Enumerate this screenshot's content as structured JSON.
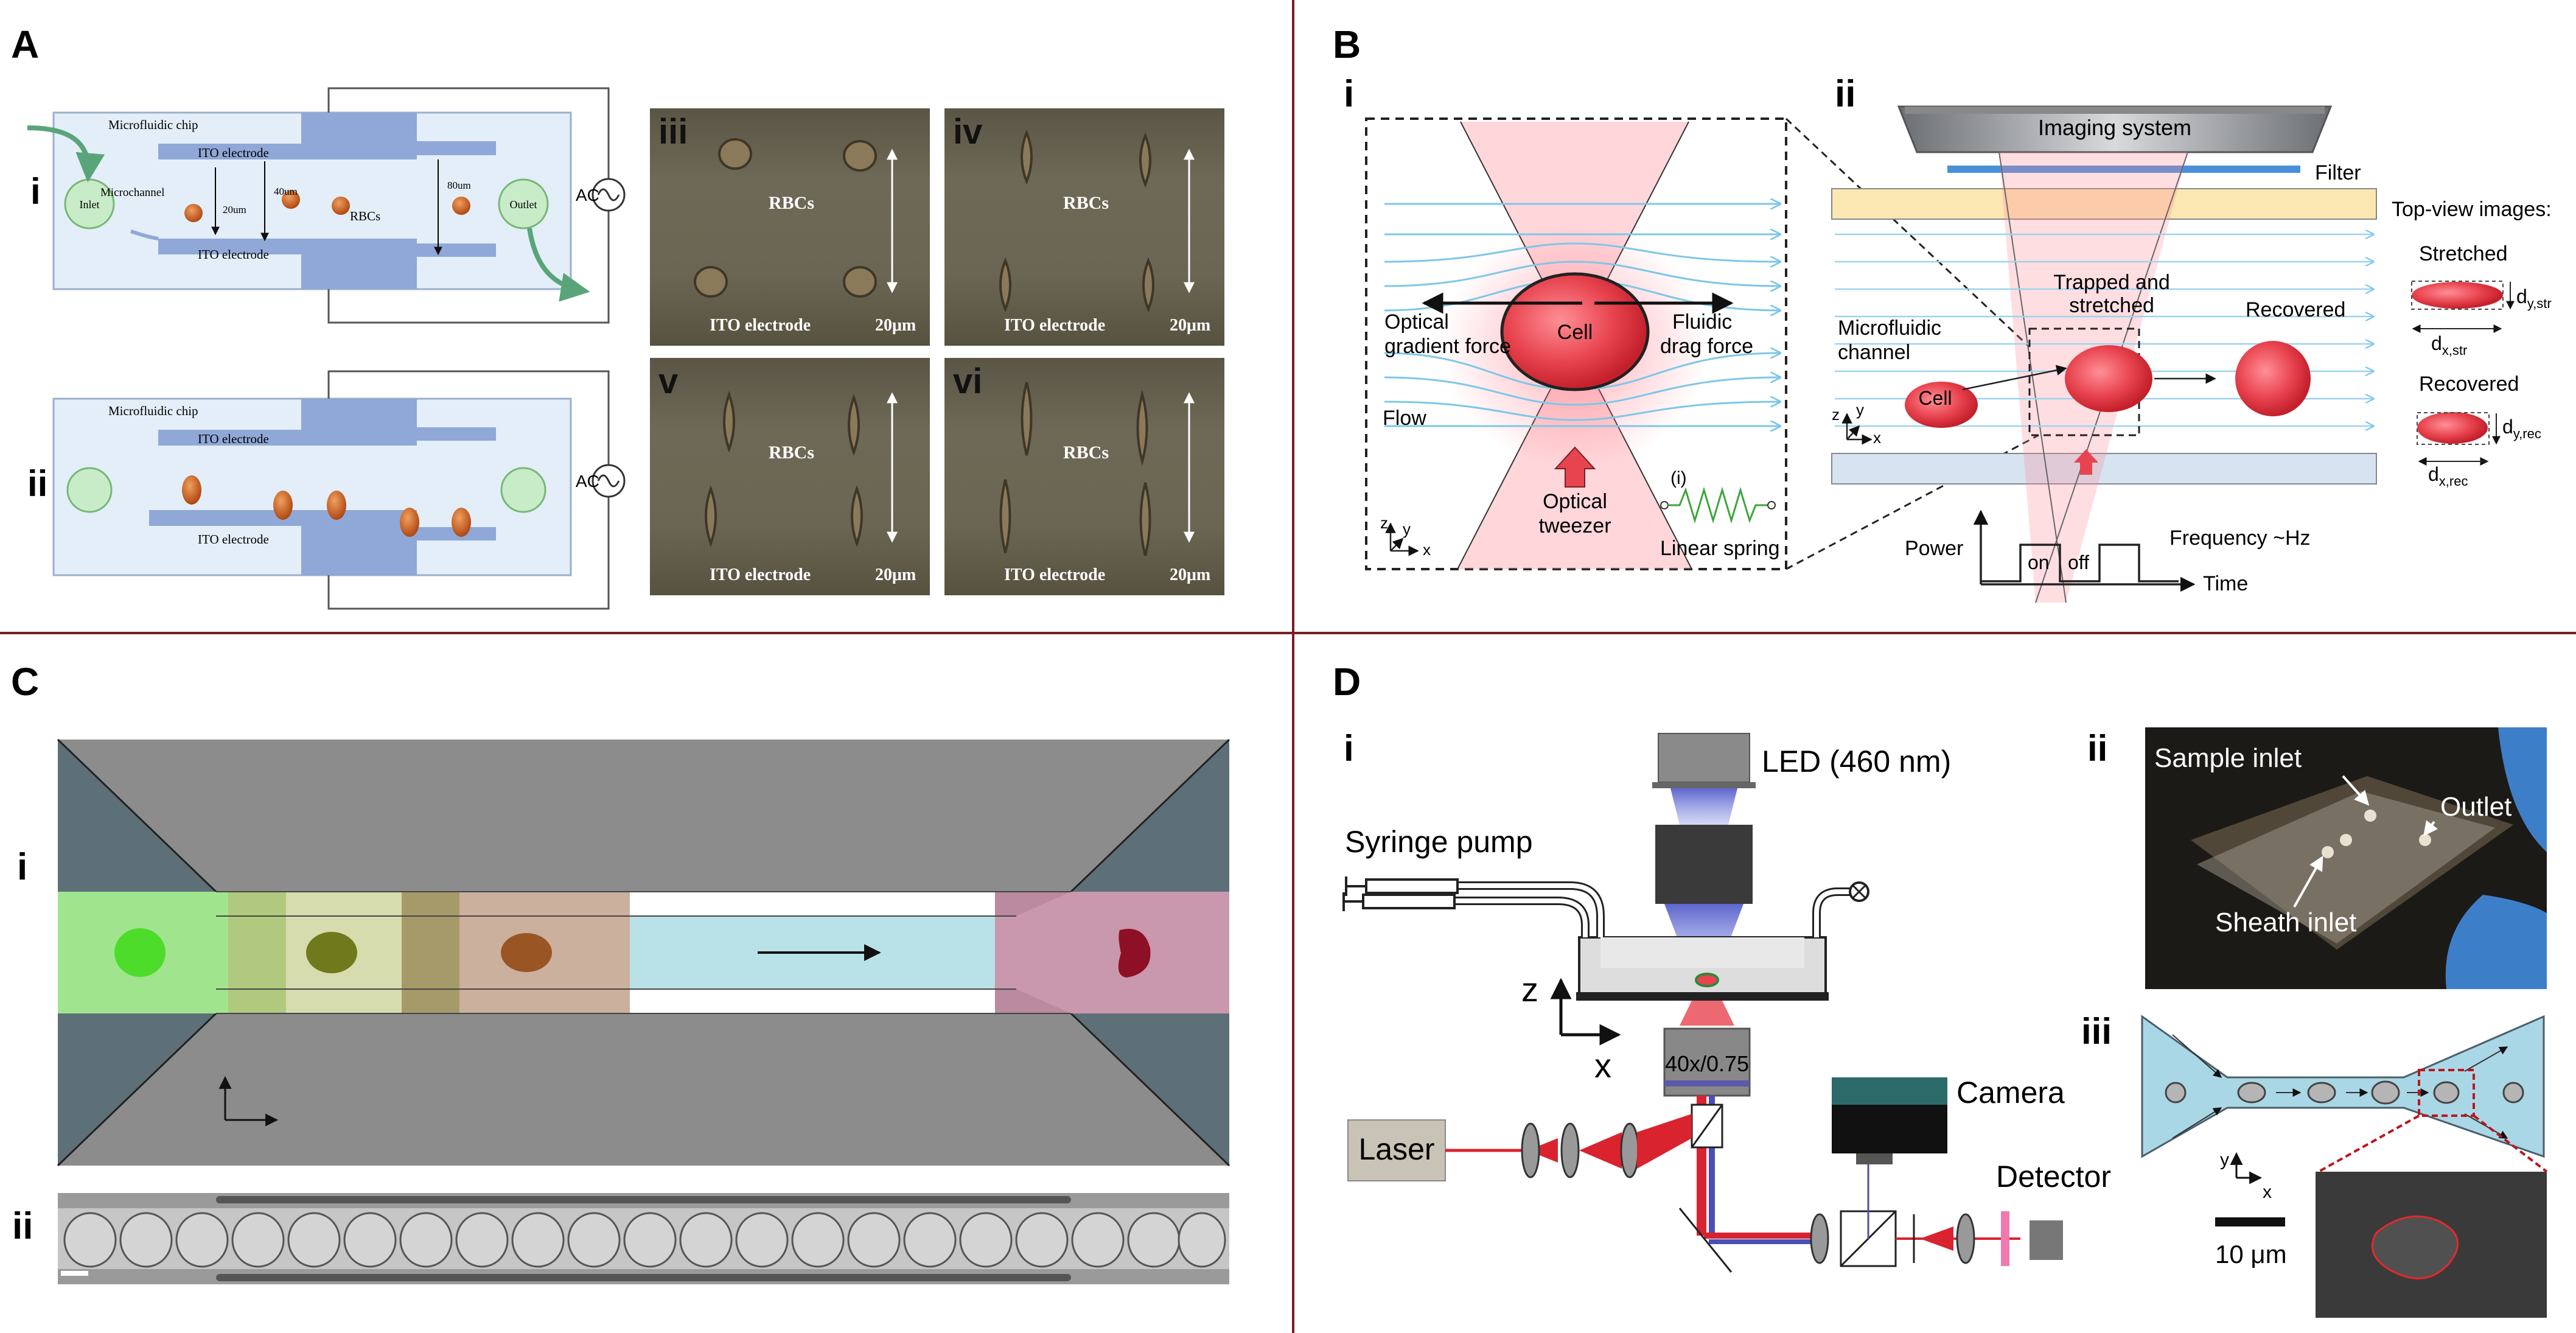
{
  "panels": {
    "A": {
      "label": "A",
      "sub_i": "i",
      "sub_ii": "ii",
      "chip_label": "Microfluidic chip",
      "electrode_top": "ITO electrode",
      "electrode_bottom": "ITO electrode",
      "microchannel": "Microchannel",
      "dim_20": "20um",
      "dim_40": "40um",
      "dim_80": "80um",
      "rbcs": "RBCs",
      "inlet": "Inlet",
      "outlet": "Outlet",
      "ac": "AC",
      "photos": [
        {
          "roman": "iii",
          "rbcs": "RBCs",
          "electrode": "ITO  electrode",
          "scale": "20μm"
        },
        {
          "roman": "iv",
          "rbcs": "RBCs",
          "electrode": "ITO  electrode",
          "scale": "20μm"
        },
        {
          "roman": "v",
          "rbcs": "RBCs",
          "electrode": "ITO  electrode",
          "scale": "20μm"
        },
        {
          "roman": "vi",
          "rbcs": "RBCs",
          "electrode": "ITO  electrode",
          "scale": "20μm"
        }
      ]
    },
    "B": {
      "label": "B",
      "sub_i": "i",
      "sub_ii": "ii",
      "cell": "Cell",
      "optical_force": [
        "Optical",
        "gradient force"
      ],
      "drag_force": [
        "Fluidic",
        "drag force"
      ],
      "flow": "Flow",
      "tweezer": [
        "Optical",
        "tweezer"
      ],
      "spring_tag": "(i)",
      "spring": "Linear spring",
      "axis_z": "z",
      "axis_y": "y",
      "axis_x": "x",
      "imaging": "Imaging system",
      "filter": "Filter",
      "topview": "Top-view images:",
      "stretched": "Stretched",
      "recovered_right": "Recovered",
      "dy_str": "d",
      "dy_str_sub": "y,str",
      "dx_str": "d",
      "dx_str_sub": "x,str",
      "dy_rec": "d",
      "dy_rec_sub": "y,rec",
      "dx_rec": "d",
      "dx_rec_sub": "x,rec",
      "trapped": [
        "Trapped and",
        "stretched"
      ],
      "recovered": "Recovered",
      "microfluidic": [
        "Microfluidic",
        "channel"
      ],
      "power": "Power",
      "on": "on",
      "off": "off",
      "frequency": "Frequency ~Hz",
      "time": "Time"
    },
    "C": {
      "label": "C",
      "sub_i": "i",
      "sub_ii": "ii"
    },
    "D": {
      "label": "D",
      "sub_i": "i",
      "sub_ii": "ii",
      "sub_iii": "iii",
      "led": "LED (460 nm)",
      "syringe": "Syringe pump",
      "objective": "40x/0.75",
      "camera": "Camera",
      "laser": "Laser",
      "detector": "Detector",
      "axis_z": "z",
      "axis_x": "x",
      "sample_inlet": "Sample inlet",
      "outlet": "Outlet",
      "sheath_inlet": "Sheath inlet",
      "axis_y_small": "y",
      "axis_x_small": "x",
      "scale": "10 μm"
    }
  },
  "colors": {
    "divider": "#7a1e22",
    "electrode": "#8fa8d8",
    "chip_bg": "#e3eef8",
    "rbc_orange": "#c8561a",
    "cell_red": "#e8444f",
    "flow_blue": "#7ec7e8",
    "channel_gray": "#8c8c8c",
    "channel_teal": "#5d7078"
  }
}
